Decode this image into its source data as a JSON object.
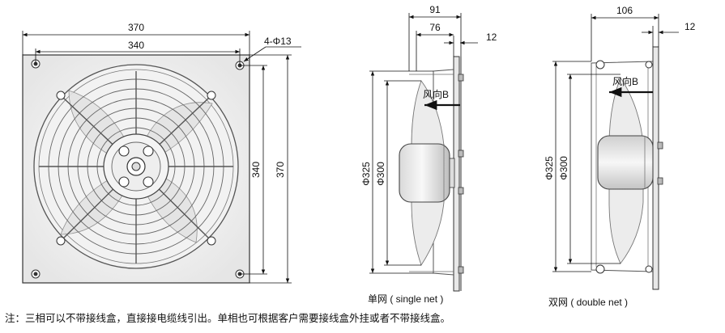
{
  "front_view": {
    "dim_outer_width": "370",
    "dim_hole_spacing_w": "340",
    "dim_holes": "4-Φ13",
    "dim_hole_spacing_h": "340",
    "dim_outer_height": "370"
  },
  "single_net_view": {
    "dim_depth_total": "91",
    "dim_depth_guard": "76",
    "dim_flange": "12",
    "dim_net_dia": "Φ325",
    "dim_blade_dia": "Φ300",
    "airflow_label": "风向B",
    "caption": "单网 ( single net )"
  },
  "double_net_view": {
    "dim_depth_total": "106",
    "dim_flange": "12",
    "dim_net_dia": "Φ325",
    "dim_blade_dia": "Φ300",
    "airflow_label": "风向B",
    "caption": "双网 ( double net )"
  },
  "footnote": "注：三相可以不带接线盒，直接接电缆线引出。单相也可根据客户需要接线盒外挂或者不带接线盒。"
}
